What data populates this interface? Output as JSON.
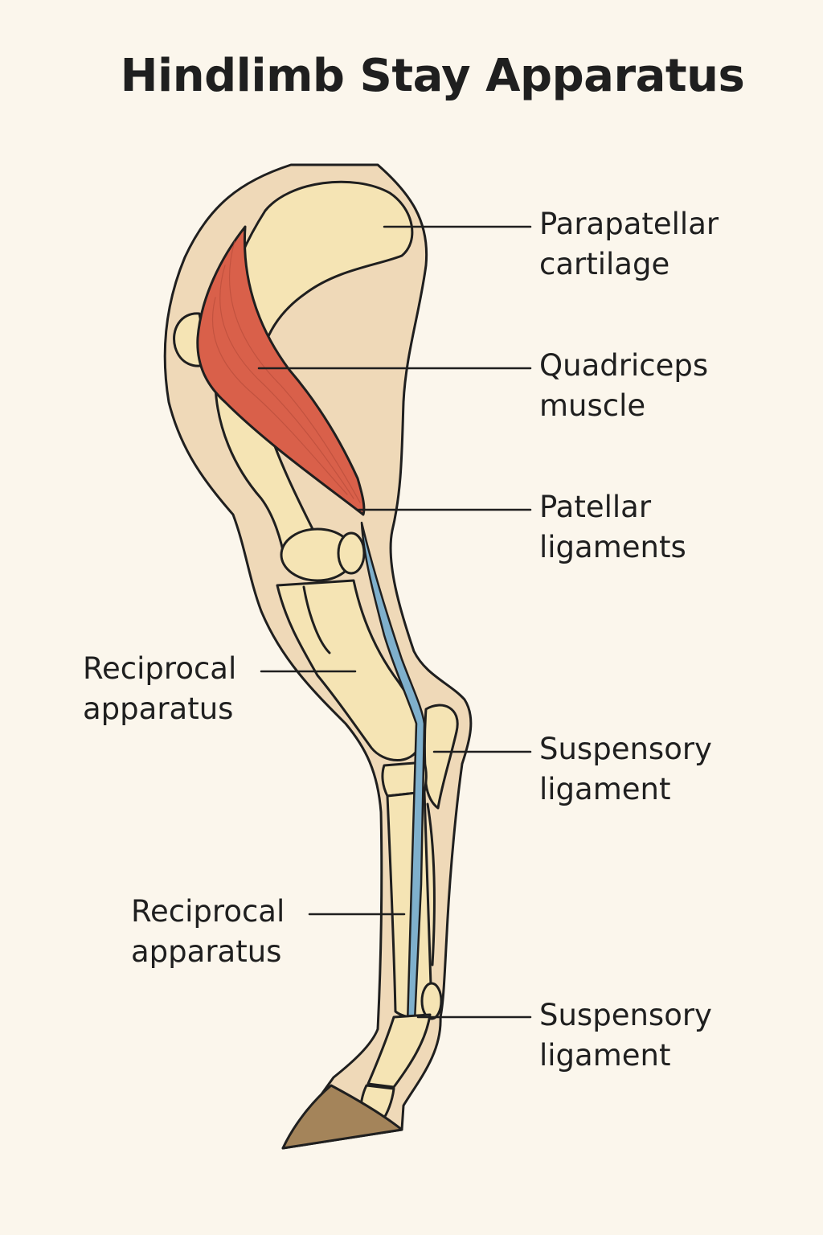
{
  "title": "Hindlimb Stay Apparatus",
  "colors": {
    "background": "#fbf6ec",
    "skin": "#efd9b8",
    "bone": "#f5e4b4",
    "muscle": "#d9604a",
    "ligament": "#7fb0cc",
    "hoof": "#a4845a",
    "outline": "#1f1f1f"
  },
  "labels": {
    "parapatellar": {
      "line1": "Parapatellar",
      "line2": "cartilage"
    },
    "quadriceps": {
      "line1": "Quadriceps",
      "line2": "muscle"
    },
    "patellar": {
      "line1": "Patellar",
      "line2": "ligaments"
    },
    "reciprocal_upper": {
      "line1": "Reciprocal",
      "line2": "apparatus"
    },
    "suspensory_upper": {
      "line1": "Suspensory",
      "line2": "ligament"
    },
    "reciprocal_lower": {
      "line1": "Reciprocal",
      "line2": "apparatus"
    },
    "suspensory_lower": {
      "line1": "Suspensory",
      "line2": "ligament"
    }
  }
}
